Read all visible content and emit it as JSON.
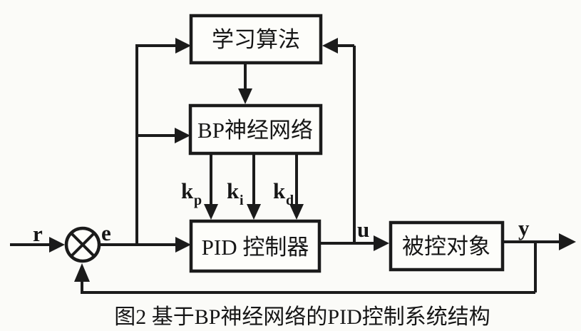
{
  "figure": {
    "caption": "图2 基于BP神经网络的PID控制系统结构"
  },
  "blocks": {
    "learning_algorithm": "学习算法",
    "bp_neural_network": "BP神经网络",
    "pid_controller": "PID 控制器",
    "controlled_plant": "被控对象"
  },
  "signals": {
    "reference": "r",
    "error": "e",
    "control": "u",
    "output": "y",
    "gain_p": {
      "base": "k",
      "sub": "p"
    },
    "gain_i": {
      "base": "k",
      "sub": "i"
    },
    "gain_d": {
      "base": "k",
      "sub": "d"
    }
  },
  "icons": {
    "summing_junction": "circle-with-multiply-cross"
  },
  "colors": {
    "ink": "#1b1b1b",
    "paper": "#fbfbf8",
    "box_fill": "#fdfdfa"
  }
}
